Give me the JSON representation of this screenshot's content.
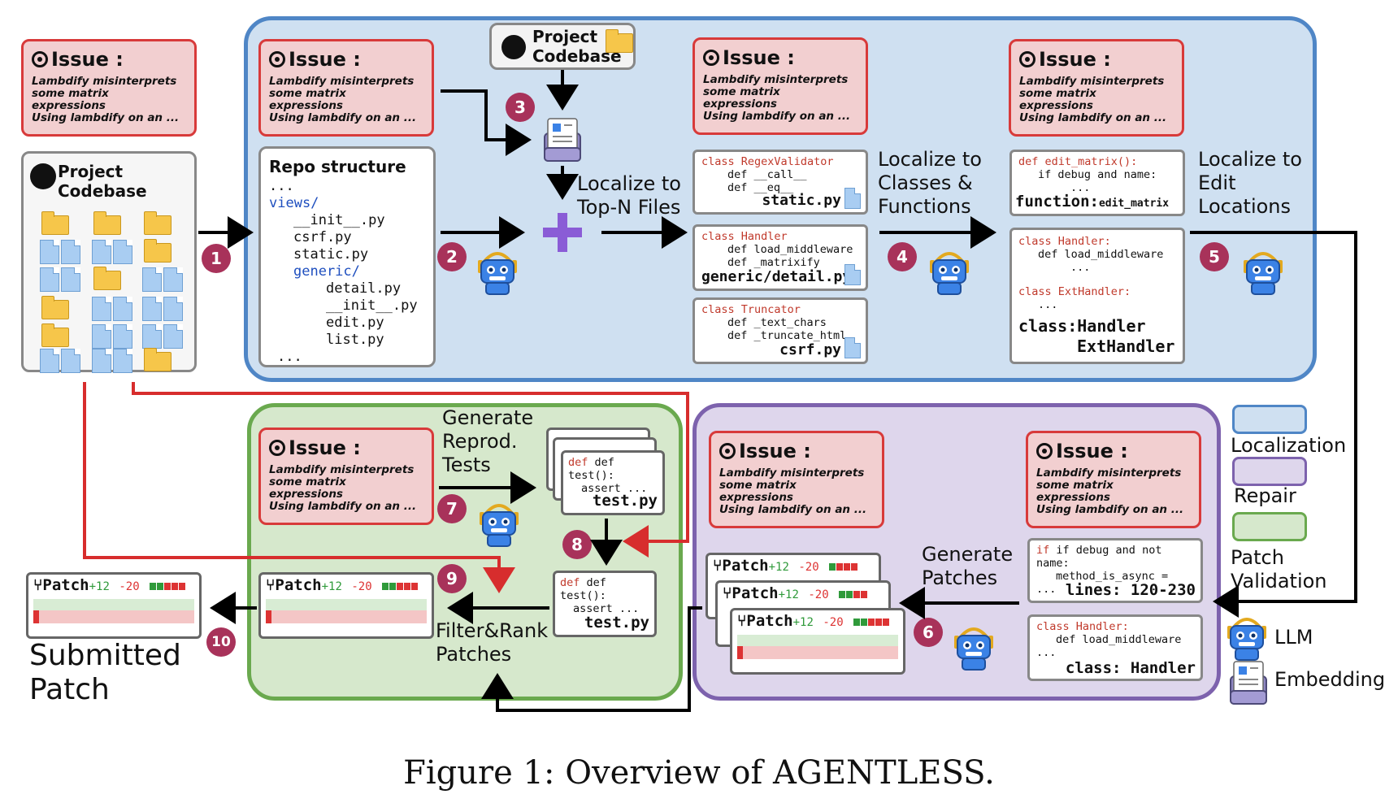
{
  "issue": {
    "title": "Issue :",
    "line1": "Lambdify misinterprets",
    "line2": "some matrix expressions",
    "line3": "Using lambdify on an ..."
  },
  "project_codebase": {
    "line1": "Project",
    "line2": "Codebase"
  },
  "repo": {
    "title": "Repo structure",
    "lines": [
      "...",
      "views/",
      "__init__.py",
      "csrf.py",
      "static.py",
      "generic/",
      "detail.py",
      "__init__.py",
      "edit.py",
      "list.py",
      "..."
    ]
  },
  "files": [
    {
      "cls": "class RegexValidator",
      "m1": "def __call__",
      "m2": "def __eq__",
      "name": "static.py"
    },
    {
      "cls": "class Handler",
      "m1": "def load_middleware",
      "m2": "def _matrixify",
      "name": "generic/detail.py"
    },
    {
      "cls": "class Truncator",
      "m1": "def _text_chars",
      "m2": "def _truncate_html",
      "name": "csrf.py"
    }
  ],
  "func_box": {
    "l1": "def edit_matrix():",
    "l2": "if debug and name:",
    "l3": "...",
    "foot_a": "function:",
    "foot_b": "edit_matrix"
  },
  "class_box": {
    "l1": "class Handler:",
    "l2": "def load_middleware",
    "l3": "...",
    "l4": "class ExtHandler:",
    "l5": "...",
    "foot1": "class:Handler",
    "foot2": "ExtHandler"
  },
  "labels": {
    "top_n_1": "Localize to",
    "top_n_2": "Top-N Files",
    "cls_1": "Localize to",
    "cls_2": "Classes &",
    "cls_3": "Functions",
    "edit_1": "Localize to",
    "edit_2": "Edit",
    "edit_3": "Locations",
    "gen_tests_1": "Generate",
    "gen_tests_2": "Reprod.",
    "gen_tests_3": "Tests",
    "filter_1": "Filter&Rank",
    "filter_2": "Patches",
    "gen_patches_1": "Generate",
    "gen_patches_2": "Patches",
    "submitted_1": "Submitted",
    "submitted_2": "Patch"
  },
  "test_box": {
    "l1": "def test():",
    "l2": "assert ...",
    "name": "test.py"
  },
  "patch": {
    "title": "Patch",
    "plus": "+12",
    "minus": "-20"
  },
  "edit_loc_box": {
    "l1": "if debug and not name:",
    "l2": "method_is_async =",
    "l3": "...",
    "foot": "lines: 120-230"
  },
  "repair_class_box": {
    "l1": "class Handler:",
    "l2": "def load_middleware",
    "l3": "...",
    "foot": "class: Handler"
  },
  "steps": [
    "1",
    "2",
    "3",
    "4",
    "5",
    "6",
    "7",
    "8",
    "9",
    "10"
  ],
  "legend": {
    "localization": "Localization",
    "repair": "Repair",
    "validation_1": "Patch",
    "validation_2": "Validation",
    "llm": "LLM",
    "embedding": "Embedding"
  },
  "caption": "Figure 1: Overview of AGENTLESS.",
  "colors": {
    "localization": "#cfe0f1",
    "repair": "#ded6ec",
    "validation": "#d6e8cc",
    "issue": "#f2cfd0",
    "step": "#a8325a"
  }
}
